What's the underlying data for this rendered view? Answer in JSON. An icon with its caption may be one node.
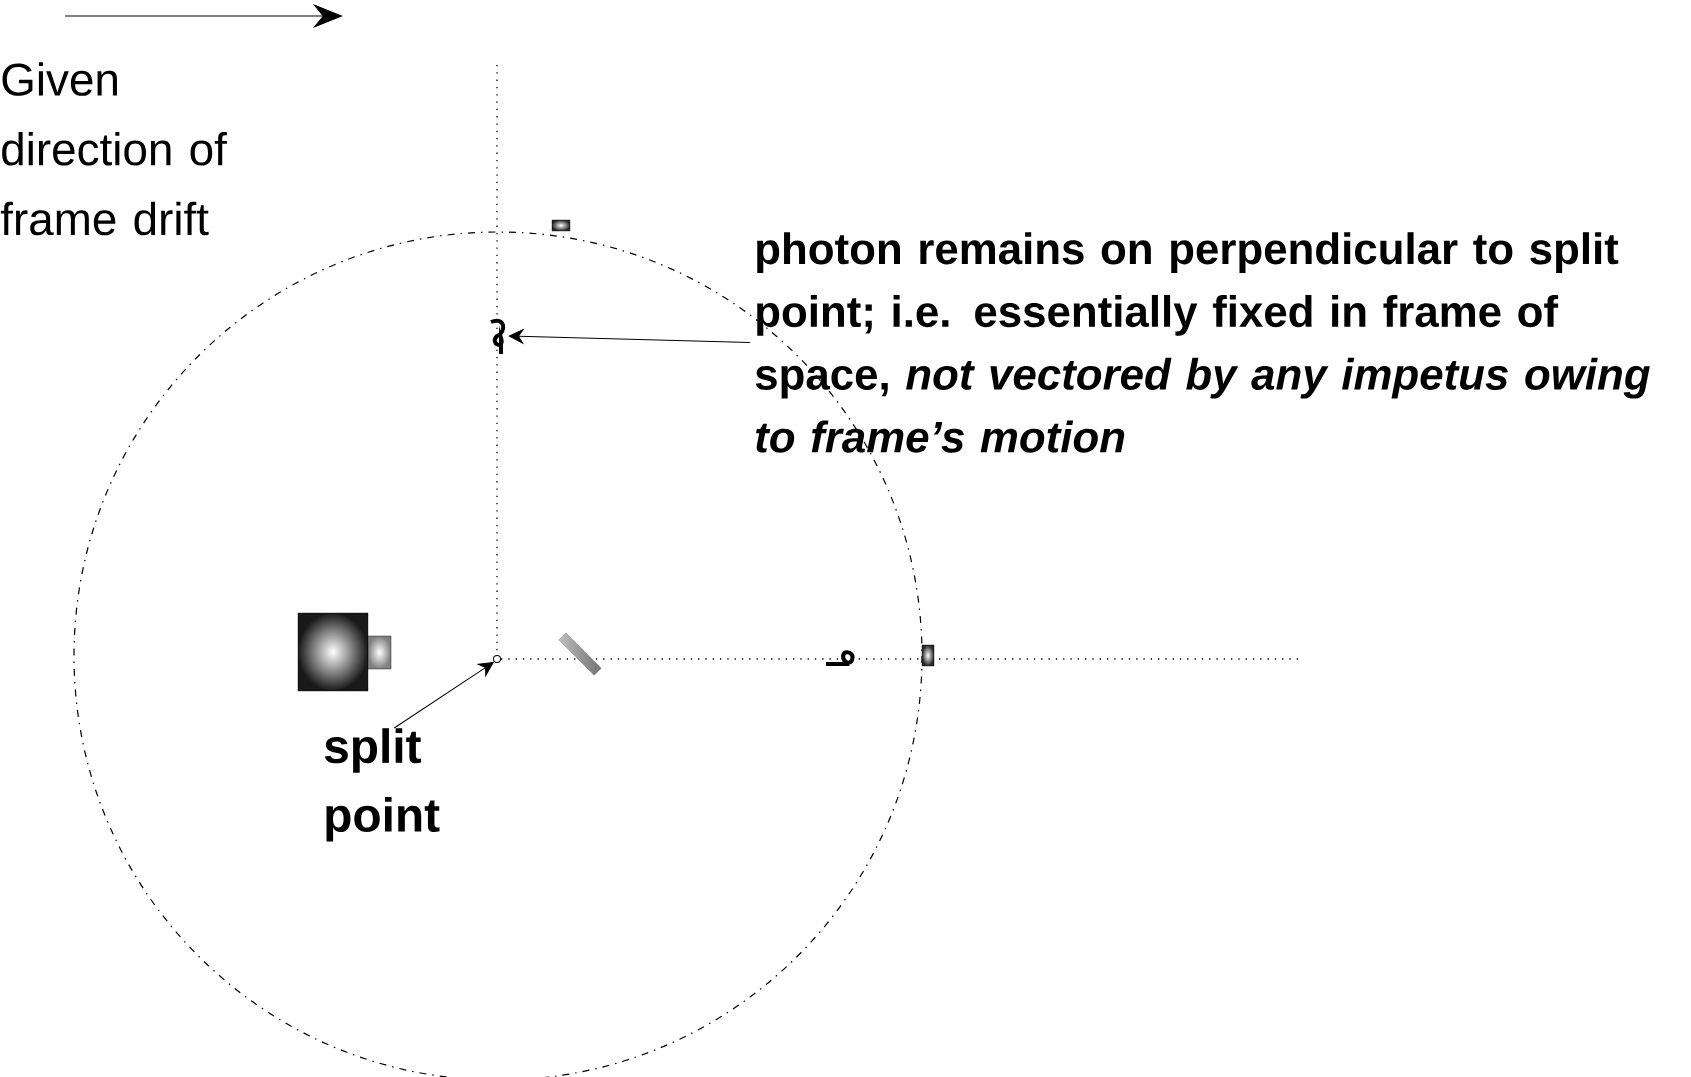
{
  "diagram": {
    "nodes": [
      {
        "text": [
          "photon remains on perpendicular to split point; i.e. essentially fixed in frame of space, *not vectored by any impetus owing to frame’s motion*"
        ]
      },
      {
        "text": [],
        "shape": "symbol"
      },
      {
        "text": [
          "split point"
        ]
      },
      {
        "text": [],
        "shape": "circle"
      }
    ],
    "edges": [
      {
        "from": 0,
        "to": 1,
        "arrow": "to"
      },
      {
        "from": 2,
        "to": 3,
        "arrow": "to"
      }
    ],
    "labels": [
      "Given direction of frame drift"
    ]
  }
}
